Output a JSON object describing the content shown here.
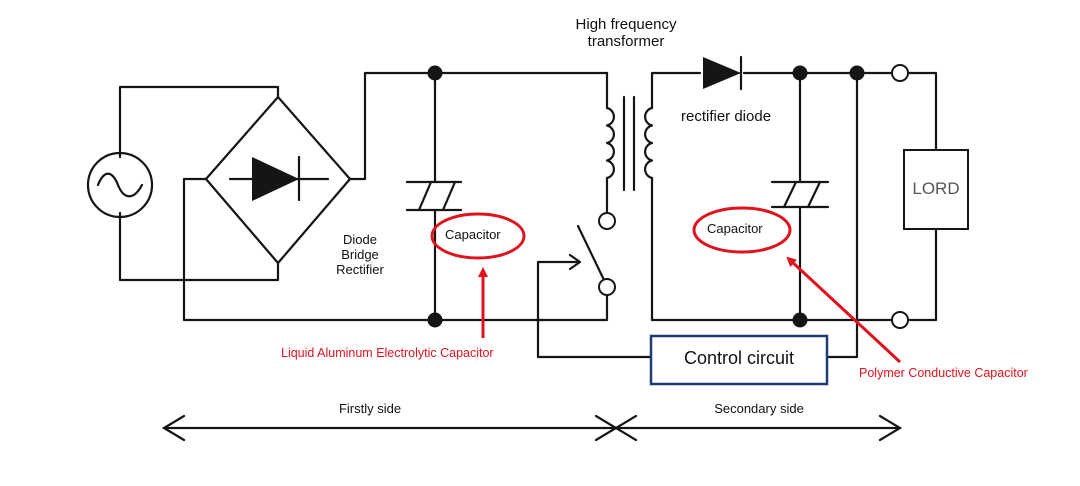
{
  "transformer": {
    "line1": "High frequency",
    "line2": "transformer"
  },
  "labels": {
    "rectifier_diode": "rectifier diode",
    "bridge_line1": "Diode",
    "bridge_line2": "Bridge",
    "bridge_line3": "Rectifier",
    "capacitor_primary": "Capacitor",
    "capacitor_secondary": "Capacitor",
    "liquid_capacitor": "Liquid Aluminum Electrolytic Capacitor",
    "polymer_capacitor": "Polymer Conductive Capacitor",
    "control_circuit": "Control circuit",
    "load": "LORD",
    "primary_side": "Firstly side",
    "secondary_side": "Secondary side"
  },
  "colors": {
    "wire": "#151515",
    "highlight": "#e0121d",
    "control_box": "#1f3b73"
  },
  "icons": {
    "ac_source": "ac-source-icon",
    "diode": "diode-icon",
    "switch": "switch-icon",
    "arrow": "arrow-icon"
  }
}
